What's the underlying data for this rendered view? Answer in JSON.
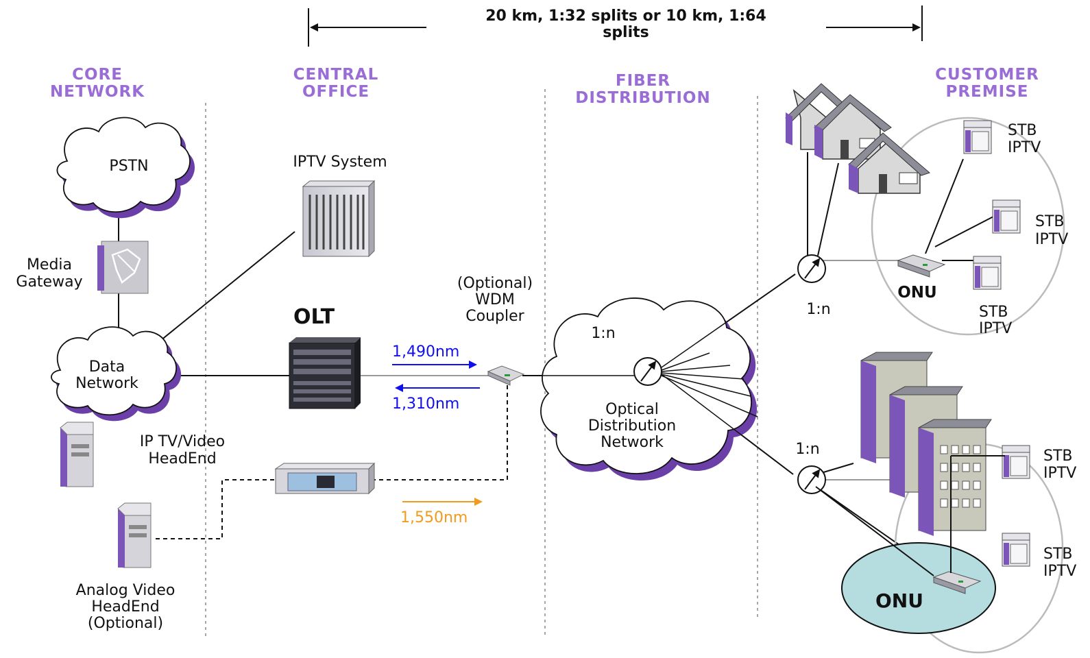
{
  "distance_note": {
    "line1": "20 km, 1:32 splits  or 10 km, 1:64",
    "line2": "splits"
  },
  "sections": {
    "core": [
      "CORE",
      "NETWORK"
    ],
    "central": [
      "CENTRAL",
      "OFFICE"
    ],
    "fiber": [
      "FIBER",
      "DISTRIBUTION"
    ],
    "customer": [
      "CUSTOMER",
      "PREMISE"
    ]
  },
  "nodes": {
    "pstn": "PSTN",
    "media_gateway": [
      "Media",
      "Gateway"
    ],
    "data_network": [
      "Data",
      "Network"
    ],
    "iptv_headend": [
      "IP TV/Video",
      "HeadEnd"
    ],
    "analog_headend": [
      "Analog Video",
      "HeadEnd",
      "(Optional)"
    ],
    "iptv_system": "IPTV System",
    "olt": "OLT",
    "wdm_coupler": [
      "(Optional)",
      "WDM",
      "Coupler"
    ],
    "odn": [
      "Optical",
      "Distribution",
      "Network"
    ],
    "odn_split": "1:n",
    "home_split": "1:n",
    "mdu_split": "1:n",
    "onu_home": "ONU",
    "onu_mdu": "ONU",
    "stb": [
      "STB",
      "IPTV"
    ]
  },
  "wavelengths": {
    "down": "1,490nm",
    "up": "1,310nm",
    "video": "1,550nm"
  },
  "colors": {
    "section": "#9a6cd6",
    "blue": "#1010ee",
    "orange": "#f29a1e",
    "accent": "#7b55b8",
    "onu_ellipse": "#b5dde0"
  }
}
